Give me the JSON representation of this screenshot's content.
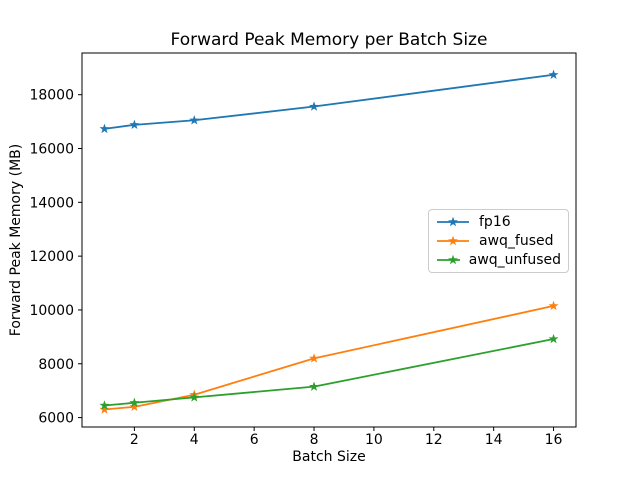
{
  "chart_data": {
    "type": "line",
    "title": "Forward Peak Memory per Batch Size",
    "xlabel": "Batch Size",
    "ylabel": "Forward Peak Memory (MB)",
    "x": [
      1,
      2,
      4,
      8,
      16
    ],
    "series": [
      {
        "name": "fp16",
        "color": "#1f77b4",
        "values": [
          16730,
          16880,
          17050,
          17560,
          18740
        ]
      },
      {
        "name": "awq_fused",
        "color": "#ff7f0e",
        "values": [
          6300,
          6400,
          6850,
          8200,
          10150
        ]
      },
      {
        "name": "awq_unfused",
        "color": "#2ca02c",
        "values": [
          6450,
          6550,
          6750,
          7150,
          8920
        ]
      }
    ],
    "marker": "star",
    "xticks": [
      2,
      4,
      6,
      8,
      10,
      12,
      14,
      16
    ],
    "yticks": [
      6000,
      8000,
      10000,
      12000,
      14000,
      16000,
      18000
    ],
    "xlim": [
      0.25,
      16.75
    ],
    "ylim": [
      5650,
      19550
    ],
    "grid": false,
    "legend_position": "center right",
    "axis_color": "#000000",
    "background_color": "#ffffff"
  }
}
